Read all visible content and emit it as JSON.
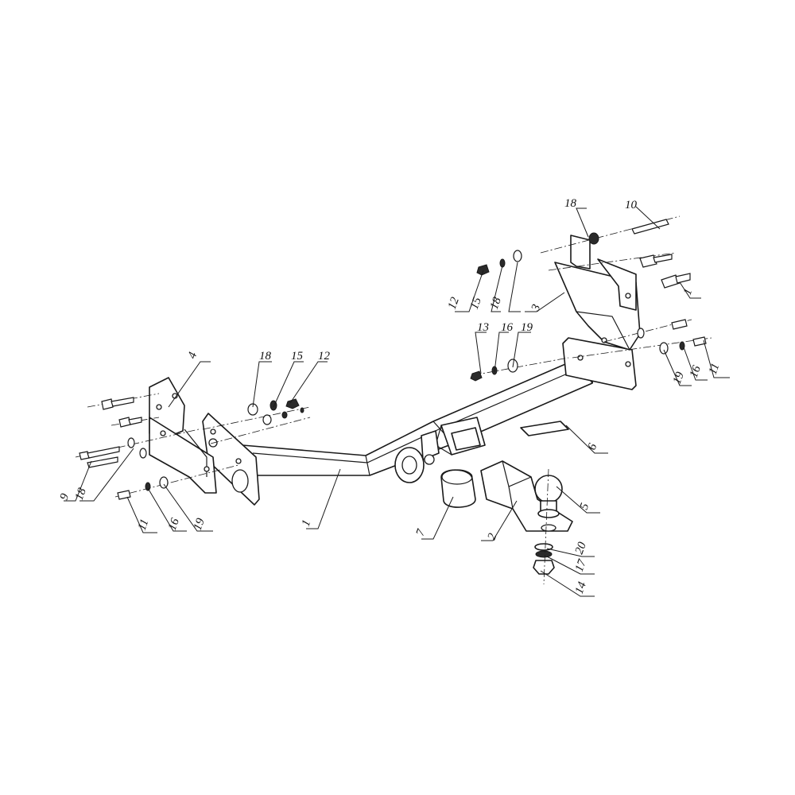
{
  "callouts": [
    {
      "id": "c1a",
      "text": "1"
    },
    {
      "id": "c1b",
      "text": "1"
    },
    {
      "id": "c2",
      "text": "2"
    },
    {
      "id": "c3",
      "text": "3"
    },
    {
      "id": "c4",
      "text": "4"
    },
    {
      "id": "c5",
      "text": "5"
    },
    {
      "id": "c6",
      "text": "6"
    },
    {
      "id": "c7",
      "text": "7"
    },
    {
      "id": "c9",
      "text": "9"
    },
    {
      "id": "c10",
      "text": "10"
    },
    {
      "id": "c11a",
      "text": "11"
    },
    {
      "id": "c11b",
      "text": "11"
    },
    {
      "id": "c12a",
      "text": "12"
    },
    {
      "id": "c12b",
      "text": "12"
    },
    {
      "id": "c13",
      "text": "13"
    },
    {
      "id": "c14",
      "text": "14"
    },
    {
      "id": "c15a",
      "text": "15"
    },
    {
      "id": "c15b",
      "text": "15"
    },
    {
      "id": "c16a",
      "text": "16"
    },
    {
      "id": "c16b",
      "text": "16"
    },
    {
      "id": "c16c",
      "text": "16"
    },
    {
      "id": "c17",
      "text": "17"
    },
    {
      "id": "c18a",
      "text": "18"
    },
    {
      "id": "c18b",
      "text": "18"
    },
    {
      "id": "c18c",
      "text": "18"
    },
    {
      "id": "c18d",
      "text": "18"
    },
    {
      "id": "c19a",
      "text": "19"
    },
    {
      "id": "c19b",
      "text": "19"
    },
    {
      "id": "c19c",
      "text": "19"
    },
    {
      "id": "c20",
      "text": "20"
    }
  ]
}
